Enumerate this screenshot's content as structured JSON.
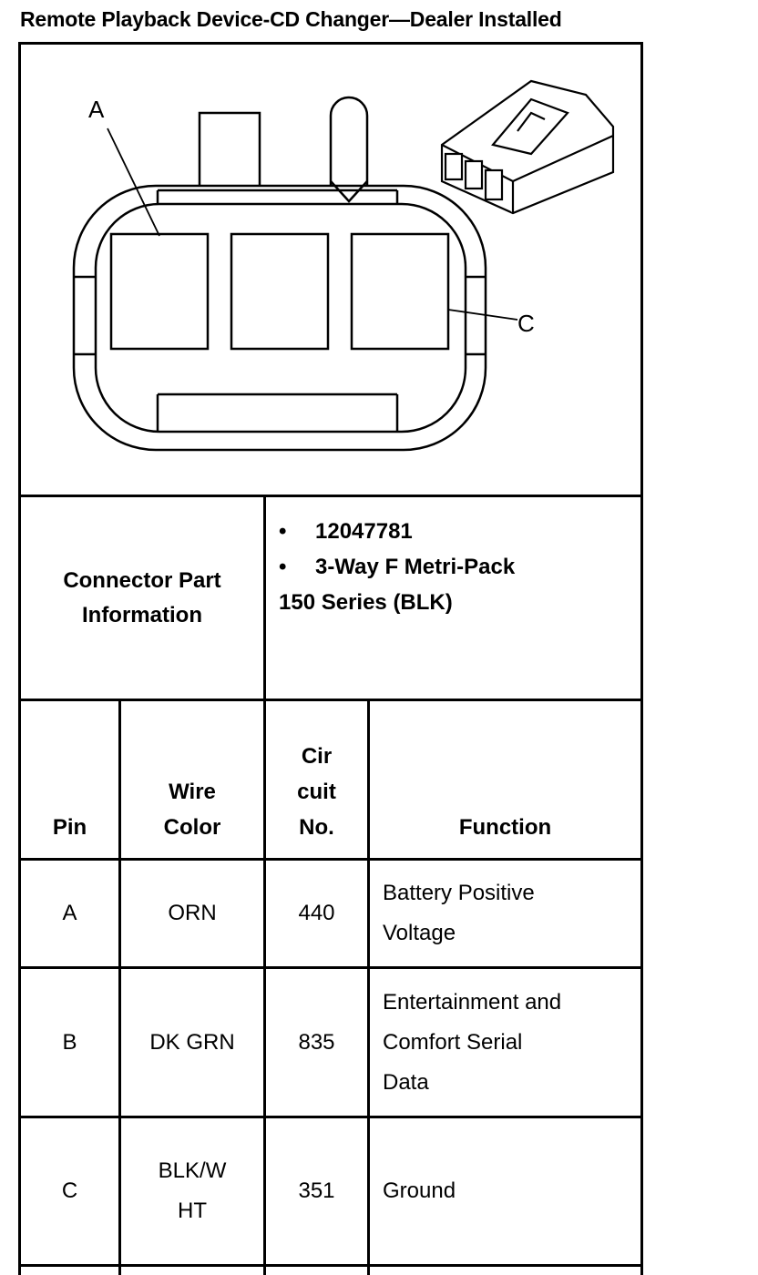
{
  "title": "Remote Playback Device-CD Changer—Dealer Installed",
  "diagram": {
    "label_a": "A",
    "label_c": "C"
  },
  "connector": {
    "label_line1": "Connector Part",
    "label_line2": "Information",
    "bullet": "•",
    "part_number": "12047781",
    "type_line1": "3-Way F Metri-Pack",
    "type_line2": "150 Series (BLK)"
  },
  "table": {
    "headers": {
      "pin": "Pin",
      "wire_line1": "Wire",
      "wire_line2": "Color",
      "cir_line1": "Cir",
      "cir_line2": "cuit",
      "cir_line3": "No.",
      "function": "Function"
    },
    "rows": [
      {
        "pin": "A",
        "wire_line1": "ORN",
        "wire_line2": "",
        "circuit": "440",
        "func_line1": "Battery Positive",
        "func_line2": "Voltage",
        "func_line3": ""
      },
      {
        "pin": "B",
        "wire_line1": "DK GRN",
        "wire_line2": "",
        "circuit": "835",
        "func_line1": "Entertainment and",
        "func_line2": "Comfort Serial",
        "func_line3": "Data"
      },
      {
        "pin": "C",
        "wire_line1": "BLK/W",
        "wire_line2": "HT",
        "circuit": "351",
        "func_line1": "Ground",
        "func_line2": "",
        "func_line3": ""
      }
    ]
  }
}
